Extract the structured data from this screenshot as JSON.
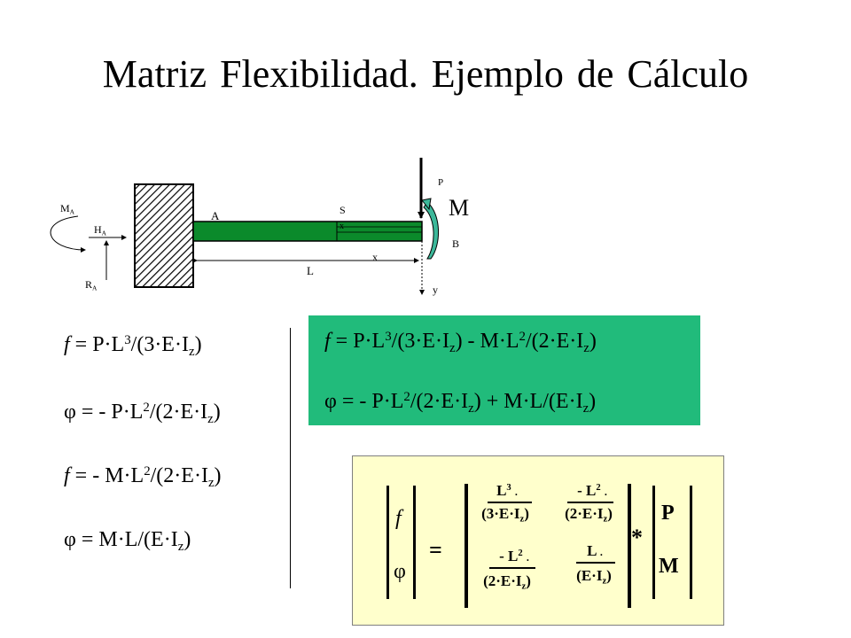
{
  "title": "Matriz Flexibilidad. Ejemplo de Cálculo",
  "diagram": {
    "label_MA_main": "M",
    "label_MA_sub": "A",
    "label_HA_main": "H",
    "label_HA_sub": "A",
    "label_RA_main": "R",
    "label_RA_sub": "A",
    "label_A": "A",
    "label_S": "S",
    "label_x_small": "x",
    "label_x": "x",
    "label_L": "L",
    "label_P": "P",
    "label_M": "M",
    "label_B": "B",
    "label_y": "y"
  },
  "equations_left": {
    "eq1": {
      "lead": "f",
      "body": " = P·L",
      "exp": "3",
      "tail": "/(3·E·I",
      "sub": "z",
      "end": ")"
    },
    "eq2": {
      "lead": "φ",
      "body": " = - P·L",
      "exp": "2",
      "tail": "/(2·E·I",
      "sub": "z",
      "end": ")"
    },
    "eq3": {
      "lead": "f",
      "body": " = - M·L",
      "exp": "2",
      "tail": "/(2·E·I",
      "sub": "z",
      "end": ")"
    },
    "eq4": {
      "lead": "φ",
      "body": " = M·L/(E·I",
      "sub": "z",
      "end": ")"
    }
  },
  "equations_combined": {
    "eq1": {
      "lead": "f",
      "p1": " = P·L",
      "e1": "3",
      "p2": "/(3·E·I",
      "s1": "z",
      "p3": ") - M·L",
      "e2": "2",
      "p4": "/(2·E·I",
      "s2": "z",
      "p5": ")"
    },
    "eq2": {
      "lead": "φ",
      "p1": " = - P·L",
      "e1": "2",
      "p2": "/(2·E·I",
      "s1": "z",
      "p3": ") + M·L/(E·I",
      "s2": "z",
      "p4": ")"
    }
  },
  "matrix": {
    "vec_f": "f",
    "vec_phi": "φ",
    "equals": "=",
    "times": "*",
    "a11_num": "L",
    "a11_exp": "3",
    "a11_den": "(3·E·I",
    "a11_sub": "z",
    "a11_end": ")",
    "a12_num": "- L",
    "a12_exp": "2",
    "a12_den": "(2·E·I",
    "a12_sub": "z",
    "a12_end": ")",
    "a21_num": "- L",
    "a21_exp": "2",
    "a21_den": "(2·E·I",
    "a21_sub": "z",
    "a21_end": ")",
    "a22_num": "L",
    "a22_den": "(E·I",
    "a22_sub": "z",
    "a22_end": ")",
    "dot": ".",
    "vec_P": "P",
    "vec_M": "M"
  },
  "colors": {
    "beam": "#0b8a2b",
    "green_box": "#21bb7b",
    "yellow_box": "#ffffcc",
    "moment_arrow": "#3cb89a"
  }
}
